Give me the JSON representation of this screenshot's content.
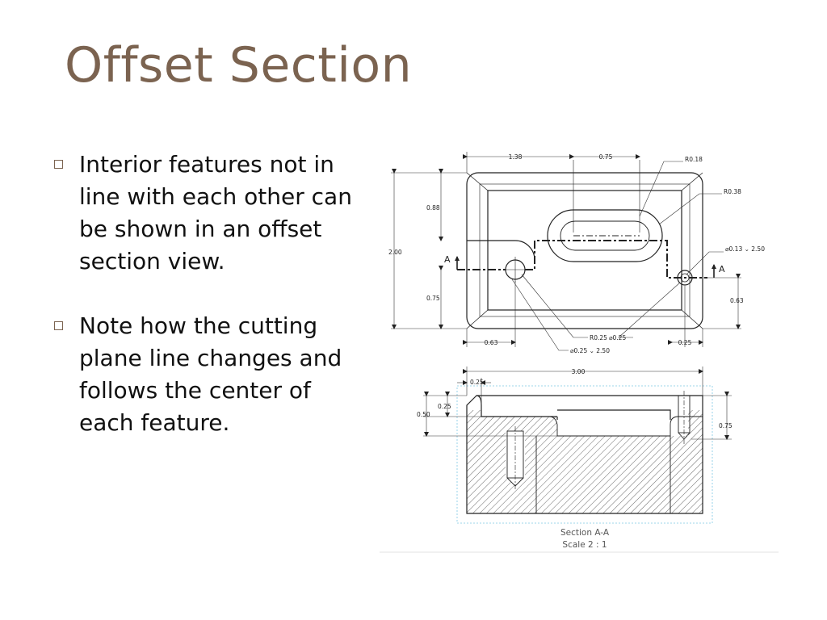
{
  "slide": {
    "title": "Offset Section",
    "bullets": [
      "Interior features not in line with each other can be shown in an offset section view.",
      "Note how the cutting plane line changes and follows the center of each feature."
    ]
  },
  "drawing": {
    "plan_labels": {
      "dim_1_38": "1.38",
      "dim_0_75_top": "0.75",
      "r018": "R0.18",
      "r038": "R0.38",
      "dim_0_88": "0.88",
      "dim_2_00": "2.00",
      "section_mark_left": "A",
      "section_mark_right": "A",
      "dim_0_75_left": "0.75",
      "hole_right": "⌀0.13  ⌄ 2.50",
      "dim_0_63_right": "0.63",
      "dim_0_63_bottom": "0.63",
      "r025": "R0.25",
      "dia_025": "⌀0.25",
      "hole_left": "⌀0.25  ⌄ 2.50",
      "dim_0_25_bottom": "0.25"
    },
    "section_labels": {
      "dim_3_00": "3.00",
      "dim_0_25_top": "0.25",
      "dim_0_25_left": "0.25",
      "dim_0_50": "0.50",
      "dim_0_75_right": "0.75"
    },
    "caption": {
      "line1": "Section A-A",
      "line2": "Scale  2 : 1"
    }
  }
}
